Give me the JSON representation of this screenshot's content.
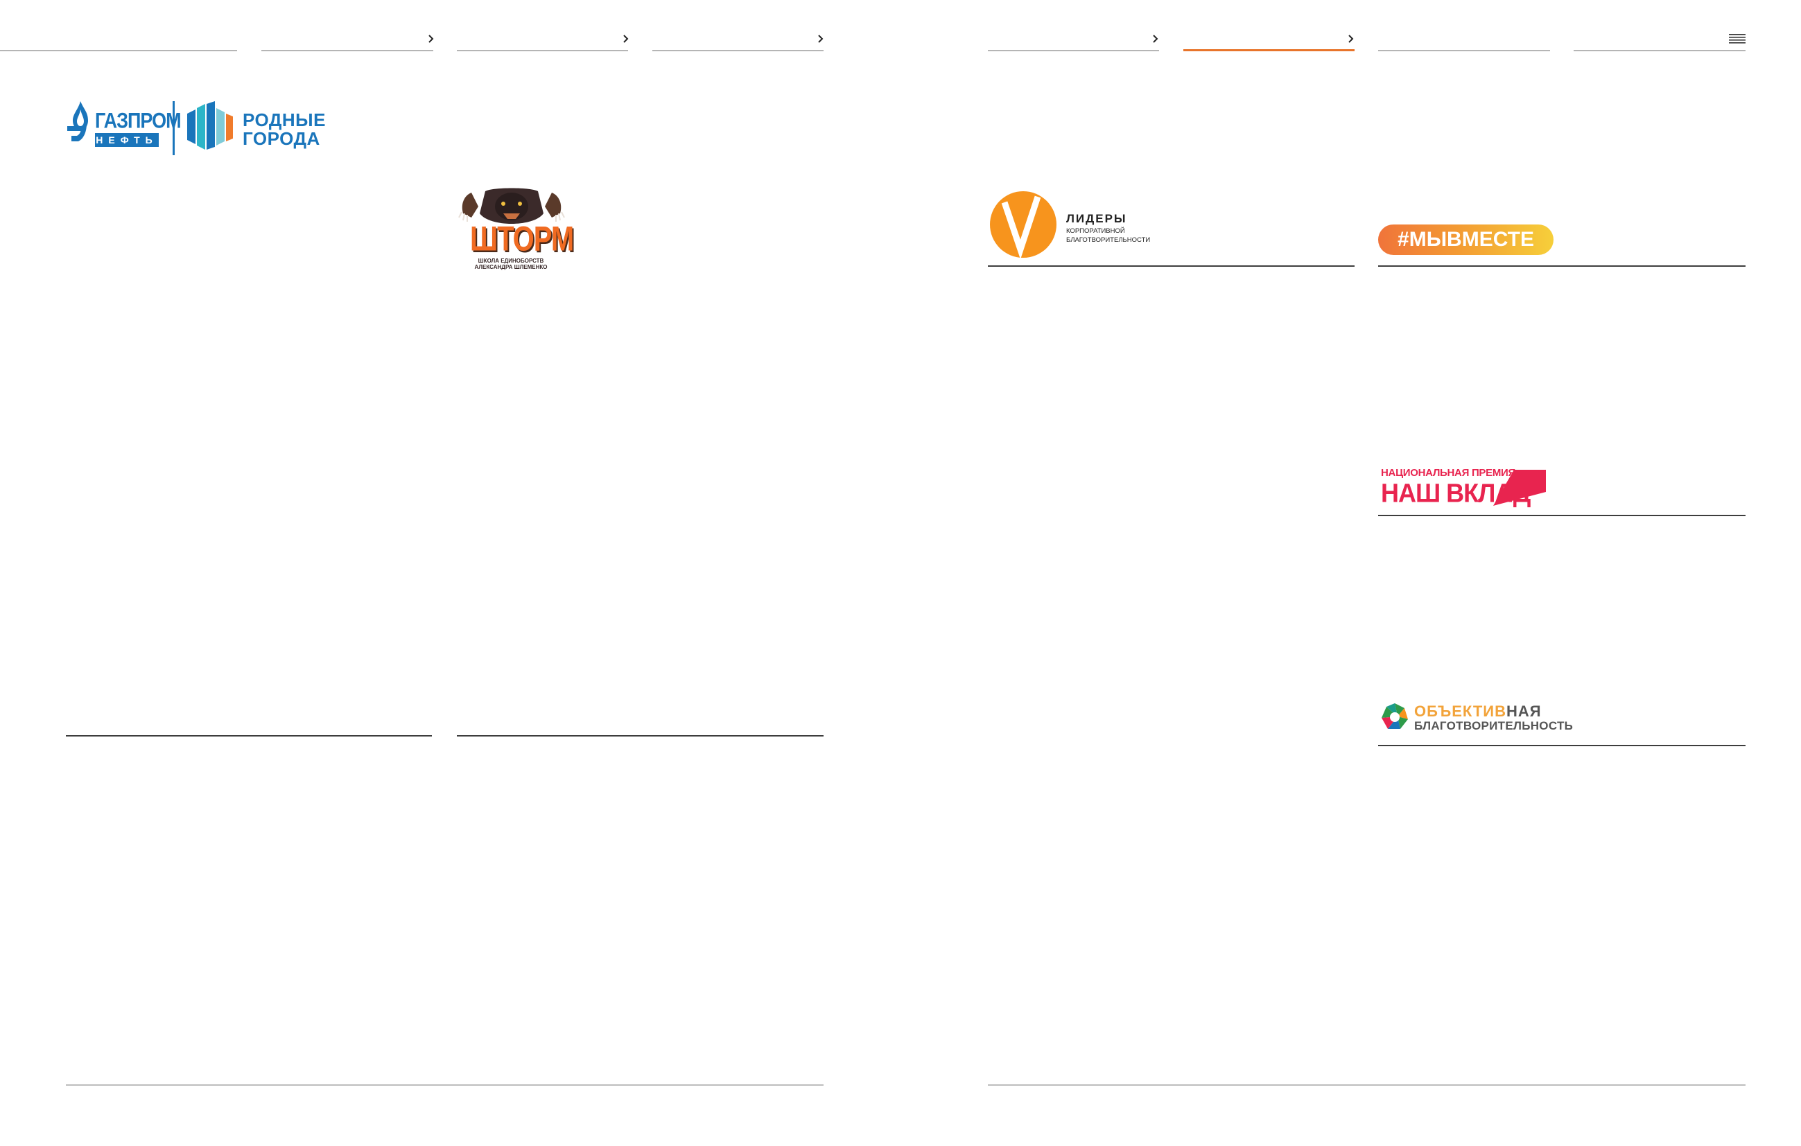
{
  "nav": {
    "left_tabs": [
      {
        "label": ""
      },
      {
        "label": ""
      },
      {
        "label": ""
      },
      {
        "label": ""
      }
    ],
    "right_tabs": [
      {
        "label": ""
      },
      {
        "label": ""
      },
      {
        "label": ""
      },
      {
        "label": ""
      }
    ],
    "active_tab": "right-2",
    "colors": {
      "active": "#e8742a",
      "inactive": "#b5b5b5"
    },
    "icons": [
      "chevron-right-icon",
      "menu-icon"
    ]
  },
  "logos": {
    "gazprom": {
      "word": "ГАЗПРОМ",
      "sub": "НЕФТЬ",
      "color": "#1a75bb"
    },
    "rodnye_goroda": {
      "line1": "РОДНЫЕ",
      "line2": "ГОРОДА"
    },
    "shtorm": {
      "word": "ШТОРМ",
      "sub1": "ШКОЛА ЕДИНОБОРСТВ",
      "sub2": "АЛЕКСАНДРА ШЛЕМЕНКО"
    },
    "lidery": {
      "title": "ЛИДЕРЫ",
      "sub1": "КОРПОРАТИВНОЙ",
      "sub2": "БЛАГОТВОРИТЕЛЬНОСТИ",
      "color": "#f7941d"
    },
    "my_vmeste": {
      "label": "#МЫВМЕСТЕ"
    },
    "nash_vklad": {
      "top": "НАЦИОНАЛЬНАЯ ПРЕМИЯ",
      "main": "НАШ ВКЛАД",
      "color": "#e8244f"
    },
    "obektivnaya": {
      "part1": "ОБЪЕКТИВ",
      "part2": "НАЯ",
      "sub": "БЛАГОТВОРИТЕЛЬНОСТЬ"
    }
  }
}
